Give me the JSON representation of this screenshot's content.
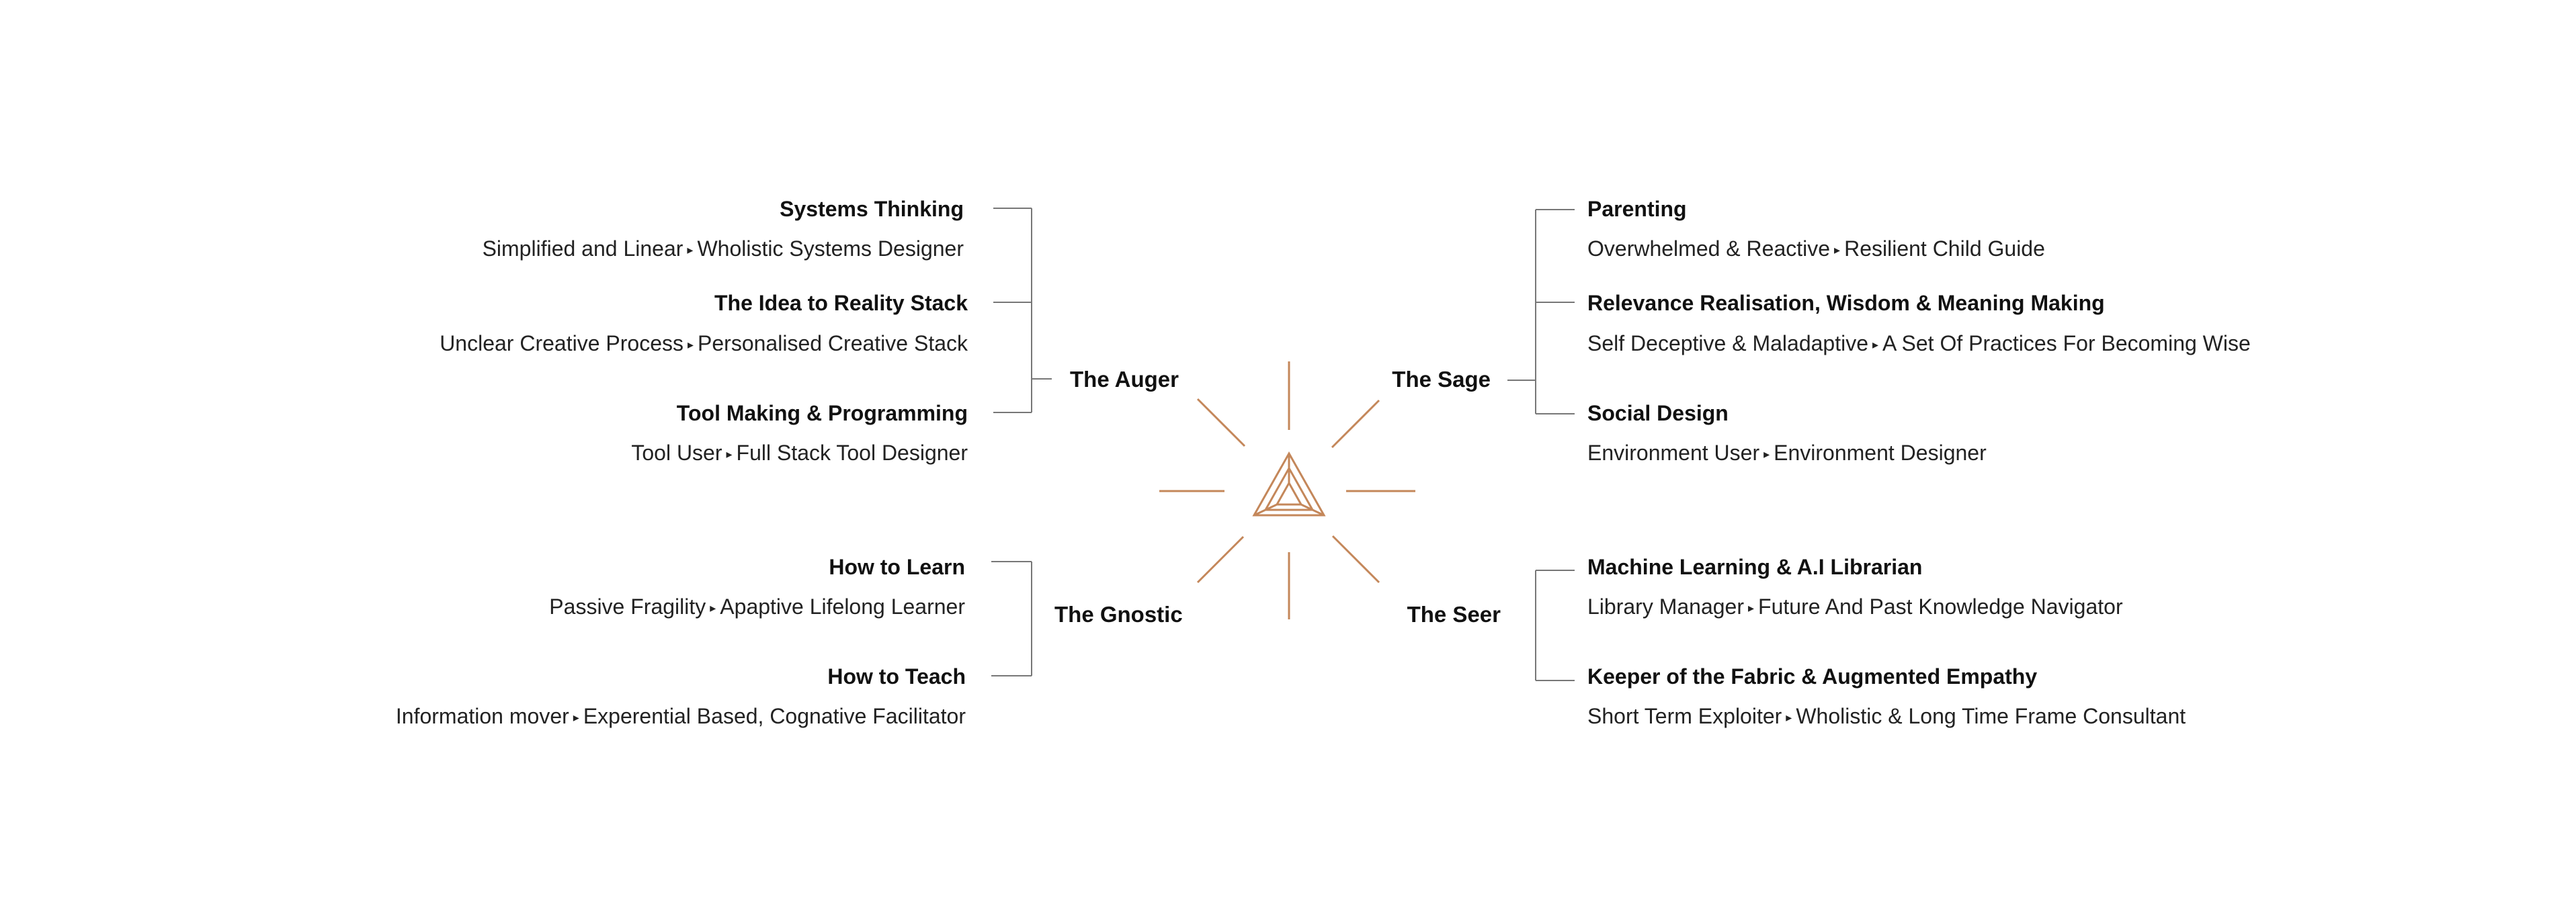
{
  "colors": {
    "accent": "#c4875a",
    "connector": "#777777",
    "text": "#111111"
  },
  "center": {
    "logo_icon": "impossible-triangle-icon"
  },
  "arrow_glyph": "▸",
  "hubs": {
    "auger": {
      "label": "The Auger",
      "topics": [
        {
          "title": "Systems Thinking",
          "from": "Simplified and Linear",
          "to": "Wholistic Systems Designer"
        },
        {
          "title": "The Idea to Reality Stack",
          "from": "Unclear Creative Process",
          "to": "Personalised Creative Stack"
        },
        {
          "title": "Tool Making & Programming",
          "from": "Tool User",
          "to": "Full Stack Tool Designer"
        }
      ]
    },
    "sage": {
      "label": "The Sage",
      "topics": [
        {
          "title": "Parenting",
          "from": "Overwhelmed & Reactive",
          "to": "Resilient Child Guide"
        },
        {
          "title": "Relevance Realisation, Wisdom & Meaning Making",
          "from": "Self Deceptive & Maladaptive",
          "to": "A Set Of Practices For Becoming Wise"
        },
        {
          "title": "Social Design",
          "from": "Environment User",
          "to": "Environment Designer"
        }
      ]
    },
    "gnostic": {
      "label": "The Gnostic",
      "topics": [
        {
          "title": "How to Learn",
          "from": "Passive Fragility",
          "to": "Apaptive Lifelong Learner"
        },
        {
          "title": "How to Teach",
          "from": "Information mover",
          "to": "Experential Based, Cognative Facilitator"
        }
      ]
    },
    "seer": {
      "label": "The Seer",
      "topics": [
        {
          "title": "Machine Learning & A.I Librarian",
          "from": "Library Manager",
          "to": "Future And Past Knowledge Navigator"
        },
        {
          "title": "Keeper of the Fabric & Augmented Empathy",
          "from": "Short Term Exploiter",
          "to": "Wholistic & Long Time Frame Consultant"
        }
      ]
    }
  }
}
